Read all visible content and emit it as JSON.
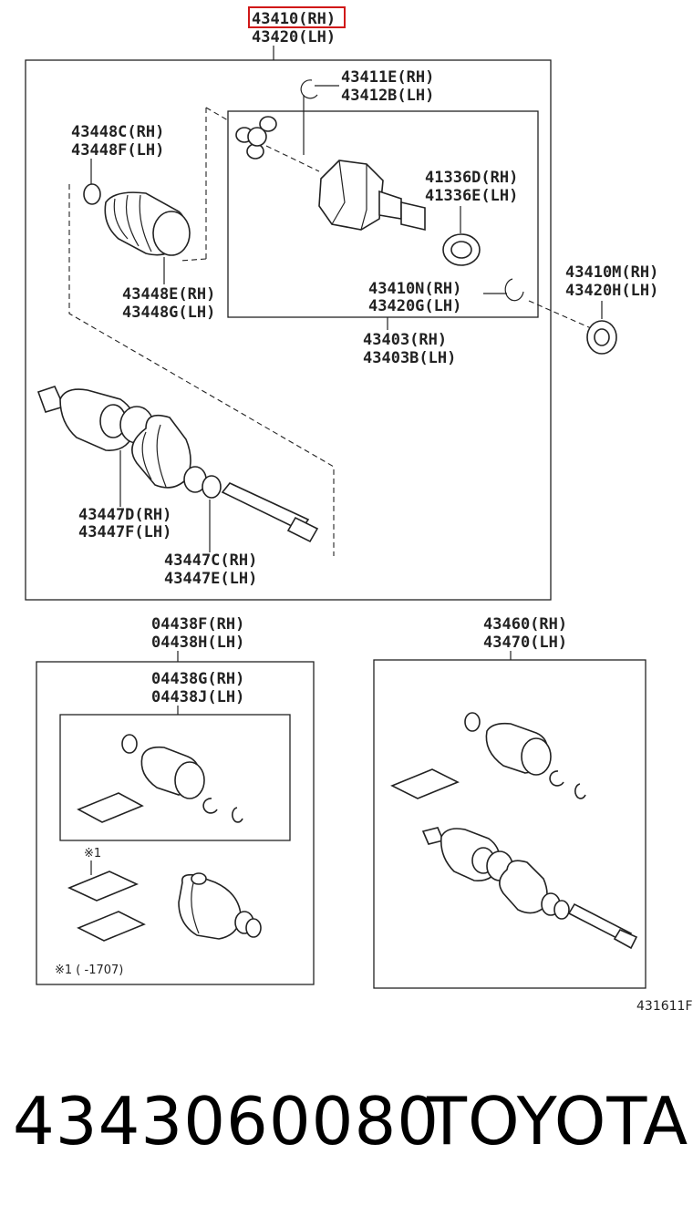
{
  "highlight_color": "#d01818",
  "header": {
    "main_rh": "43410(RH)",
    "main_lh": "43420(LH)"
  },
  "parts": {
    "snap_ring_rh": "43411E(RH)",
    "snap_ring_lh": "43412B(LH)",
    "boot_clamp_rh": "43448C(RH)",
    "boot_clamp_lh": "43448F(LH)",
    "dust_seal_rh": "41336D(RH)",
    "dust_seal_lh": "41336E(LH)",
    "inner_boot_rh": "43448E(RH)",
    "inner_boot_lh": "43448G(LH)",
    "hole_snap_rh": "43410N(RH)",
    "hole_snap_lh": "43420G(LH)",
    "outer_seal_rh": "43410M(RH)",
    "outer_seal_lh": "43420H(LH)",
    "inboard_joint_rh": "43403(RH)",
    "inboard_joint_lh": "43403B(LH)",
    "outer_clamp_rh": "43447D(RH)",
    "outer_clamp_lh": "43447F(LH)",
    "outer_clamp2_rh": "43447C(RH)",
    "outer_clamp2_lh": "43447E(LH)"
  },
  "kit_left": {
    "rh": "04438F(RH)",
    "lh": "04438H(LH)",
    "inner_rh": "04438G(RH)",
    "inner_lh": "04438J(LH)",
    "marker": "※1",
    "footnote": "※1 (      -1707)"
  },
  "kit_right": {
    "rh": "43460(RH)",
    "lh": "43470(LH)"
  },
  "diagram_ref": "431611F",
  "footer": {
    "part_number": "4343060080",
    "brand": "TOYOTA"
  }
}
